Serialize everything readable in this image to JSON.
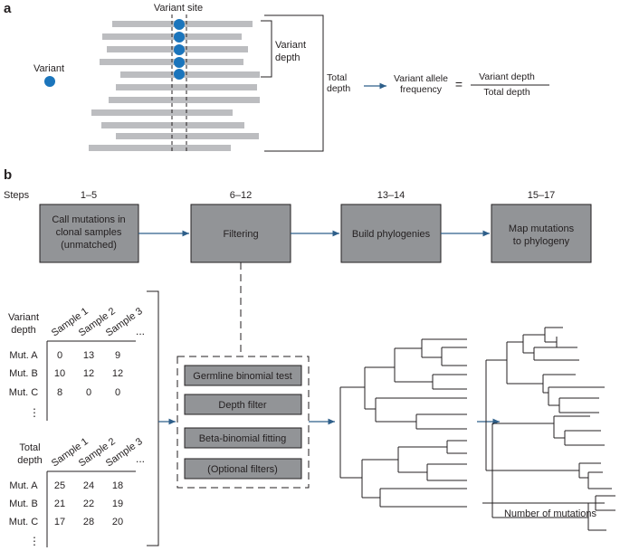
{
  "panels": {
    "a": "a",
    "b": "b"
  },
  "panel_a": {
    "variant_site": "Variant site",
    "variant": "Variant",
    "variant_depth_line1": "Variant",
    "variant_depth_line2": "depth",
    "total_depth_line1": "Total",
    "total_depth_line2": "depth",
    "vaf_line1": "Variant allele",
    "vaf_line2": "frequency",
    "equals": "=",
    "numerator": "Variant depth",
    "denominator": "Total depth",
    "colors": {
      "read": "#bcbdc0",
      "variant": "#1b75bc"
    }
  },
  "panel_b": {
    "steps_label": "Steps",
    "steps": [
      {
        "range": "1–5",
        "lines": [
          "Call mutations in",
          "clonal samples",
          "(unmatched)"
        ]
      },
      {
        "range": "6–12",
        "lines": [
          "Filtering"
        ]
      },
      {
        "range": "13–14",
        "lines": [
          "Build phylogenies"
        ]
      },
      {
        "range": "15–17",
        "lines": [
          "Map mutations",
          "to phylogeny"
        ]
      }
    ],
    "variant_depth_table": {
      "title": [
        "Variant",
        "depth"
      ],
      "columns": [
        "Sample 1",
        "Sample 2",
        "Sample 3"
      ],
      "ellipsis": "...",
      "rows": [
        {
          "label": "Mut. A",
          "values": [
            "0",
            "13",
            "9"
          ]
        },
        {
          "label": "Mut. B",
          "values": [
            "10",
            "12",
            "12"
          ]
        },
        {
          "label": "Mut. C",
          "values": [
            "8",
            "0",
            "0"
          ]
        }
      ],
      "more_rows": "⋮"
    },
    "total_depth_table": {
      "title": [
        "Total",
        "depth"
      ],
      "columns": [
        "Sample 1",
        "Sample 2",
        "Sample 3"
      ],
      "ellipsis": "...",
      "rows": [
        {
          "label": "Mut. A",
          "values": [
            "25",
            "24",
            "18"
          ]
        },
        {
          "label": "Mut. B",
          "values": [
            "21",
            "22",
            "19"
          ]
        },
        {
          "label": "Mut. C",
          "values": [
            "17",
            "28",
            "20"
          ]
        }
      ],
      "more_rows": "⋮"
    },
    "filters": [
      "Germline binomial test",
      "Depth filter",
      "Beta-binomial fitting",
      "(Optional filters)"
    ],
    "tree_axis_label": "Number of mutations",
    "colors": {
      "box": "#929497",
      "arrow": "#2e5f8a"
    }
  }
}
